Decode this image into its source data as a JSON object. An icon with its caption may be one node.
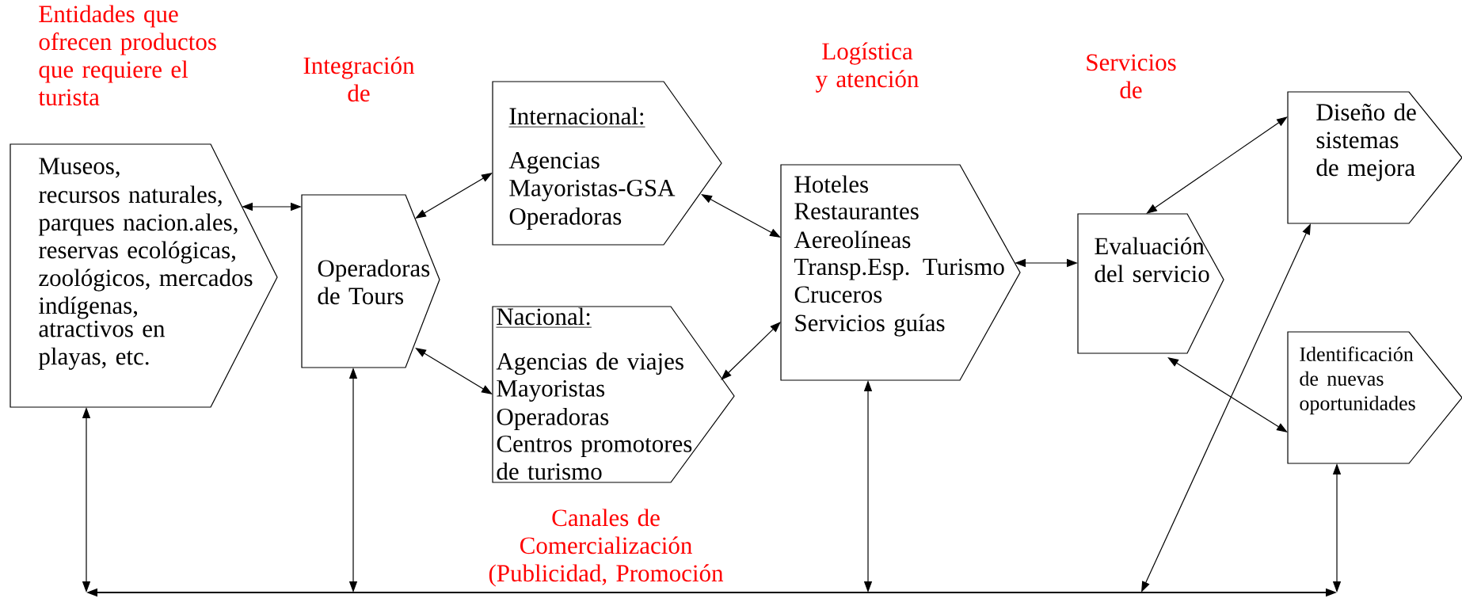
{
  "diagram": {
    "nodes": [
      {
        "text": [
          "Museos,",
          "recursos naturales,",
          "parques nacion.ales,",
          "reservas ecológicas,",
          "zoológicos, mercados indígenas,",
          "atractivos en playas, etc."
        ]
      },
      {
        "text": [
          "Operadoras de Tours"
        ]
      },
      {
        "text": [
          "Internacional:",
          "Agencias",
          "Mayoristas-GSA",
          "Operadoras"
        ]
      },
      {
        "text": [
          "Nacional:",
          "Agencias de viajes",
          "Mayoristas",
          "Operadoras",
          "Centros promotores de turismo"
        ]
      },
      {
        "text": [
          "Hoteles",
          "Restaurantes",
          "Aereolíneas",
          "Transp.Esp. Turismo",
          "Cruceros",
          "Servicios guías"
        ]
      },
      {
        "text": [
          "Evaluación del servicio"
        ]
      },
      {
        "text": [
          "Diseño de sistemas de mejora"
        ]
      },
      {
        "text": [
          "Identificación de nuevas oportunidades"
        ]
      },
      {
        "text": [],
        "shape": "bar"
      }
    ],
    "edges": [
      {
        "from": 0,
        "to": 1,
        "arrow": "both"
      },
      {
        "from": 1,
        "to": 2,
        "arrow": "both"
      },
      {
        "from": 1,
        "to": 3,
        "arrow": "both"
      },
      {
        "from": 2,
        "to": 4,
        "arrow": "both"
      },
      {
        "from": 3,
        "to": 4,
        "arrow": "both"
      },
      {
        "from": 4,
        "to": 5,
        "arrow": "both"
      },
      {
        "from": 5,
        "to": 6,
        "arrow": "both"
      },
      {
        "from": 5,
        "to": 7,
        "arrow": "both"
      },
      {
        "from": 0,
        "to": 8,
        "arrow": "both"
      },
      {
        "from": 1,
        "to": 8,
        "arrow": "both"
      },
      {
        "from": 4,
        "to": 8,
        "arrow": "both"
      },
      {
        "from": 6,
        "to": 8,
        "arrow": "both"
      },
      {
        "from": 7,
        "to": 8,
        "arrow": "both"
      }
    ],
    "labels": [
      "Entidades que ofrecen productos que requiere el turista",
      "Integración de",
      "Logística y atención",
      "Servicios de",
      "Canales de Comercialización (Publicidad, Promoción"
    ]
  }
}
